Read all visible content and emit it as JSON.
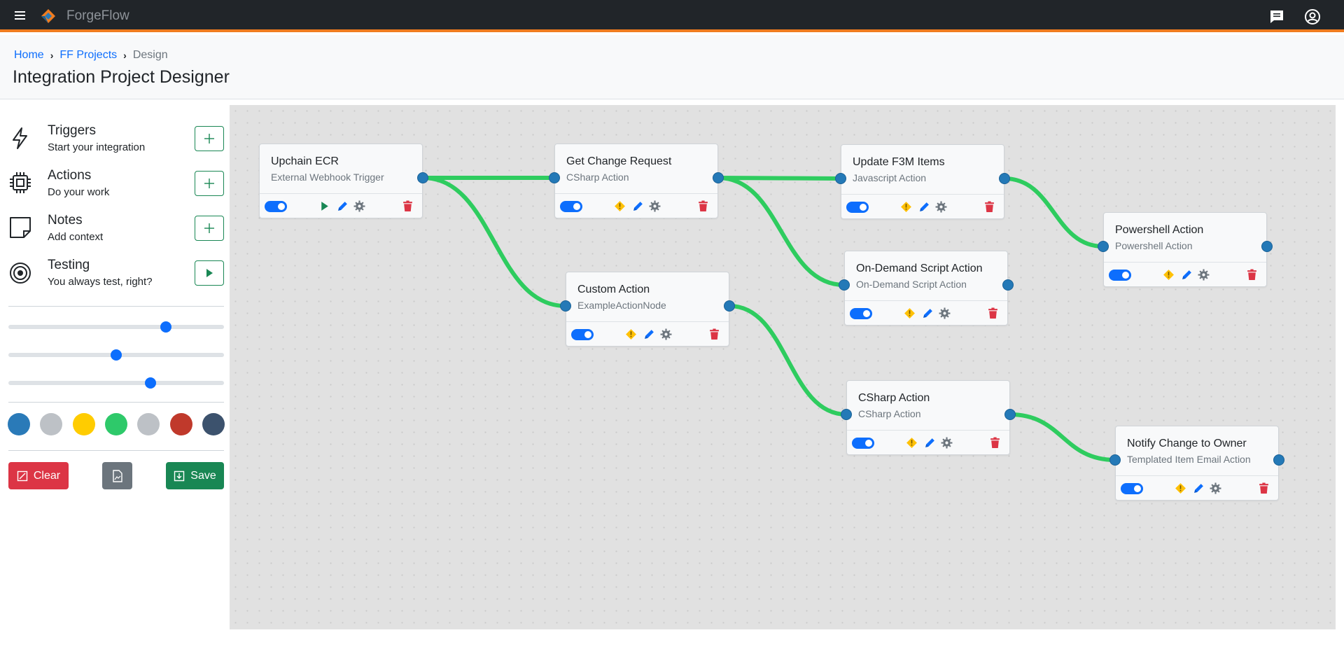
{
  "app": {
    "brand": "ForgeFlow"
  },
  "breadcrumb": {
    "home": "Home",
    "projects": "FF Projects",
    "current": "Design"
  },
  "page": {
    "title": "Integration Project Designer"
  },
  "palette": [
    {
      "title": "Triggers",
      "subtitle": "Start your integration",
      "icon": "lightning-icon",
      "button": "plus"
    },
    {
      "title": "Actions",
      "subtitle": "Do your work",
      "icon": "cpu-icon",
      "button": "plus"
    },
    {
      "title": "Notes",
      "subtitle": "Add context",
      "icon": "sticky-note-icon",
      "button": "plus"
    },
    {
      "title": "Testing",
      "subtitle": "You always test, right?",
      "icon": "target-icon",
      "button": "play"
    }
  ],
  "sliders": [
    0.73,
    0.5,
    0.66
  ],
  "swatches": [
    "#2a7ab8",
    "#bdc1c6",
    "#ffcc00",
    "#2ec96a",
    "#bdc1c6",
    "#c0392b",
    "#3c526d"
  ],
  "buttons": {
    "clear": "Clear",
    "save": "Save"
  },
  "colors": {
    "accent": "#f07c1f",
    "primary": "#0d6efd",
    "success": "#198754",
    "danger": "#dc3545",
    "wire": "#2ecc5f",
    "port": "#2479b7"
  },
  "nodes": [
    {
      "id": "upchain",
      "title": "Upchain ECR",
      "subtitle": "External Webhook Trigger",
      "kind": "trigger"
    },
    {
      "id": "getchange",
      "title": "Get Change Request",
      "subtitle": "CSharp Action",
      "kind": "action"
    },
    {
      "id": "customaction",
      "title": "Custom Action",
      "subtitle": "ExampleActionNode",
      "kind": "action"
    },
    {
      "id": "updatef3m",
      "title": "Update F3M Items",
      "subtitle": "Javascript Action",
      "kind": "action"
    },
    {
      "id": "ondemand",
      "title": "On-Demand Script Action",
      "subtitle": "On-Demand Script Action",
      "kind": "action"
    },
    {
      "id": "csharp",
      "title": "CSharp Action",
      "subtitle": "CSharp Action",
      "kind": "action"
    },
    {
      "id": "powershell",
      "title": "Powershell Action",
      "subtitle": "Powershell Action",
      "kind": "action"
    },
    {
      "id": "notify",
      "title": "Notify Change to Owner",
      "subtitle": "Templated Item Email Action",
      "kind": "action"
    }
  ],
  "connections": [
    [
      "upchain",
      "getchange"
    ],
    [
      "upchain",
      "customaction"
    ],
    [
      "getchange",
      "updatef3m"
    ],
    [
      "getchange",
      "ondemand"
    ],
    [
      "customaction",
      "csharp"
    ],
    [
      "updatef3m",
      "powershell"
    ],
    [
      "csharp",
      "notify"
    ]
  ]
}
